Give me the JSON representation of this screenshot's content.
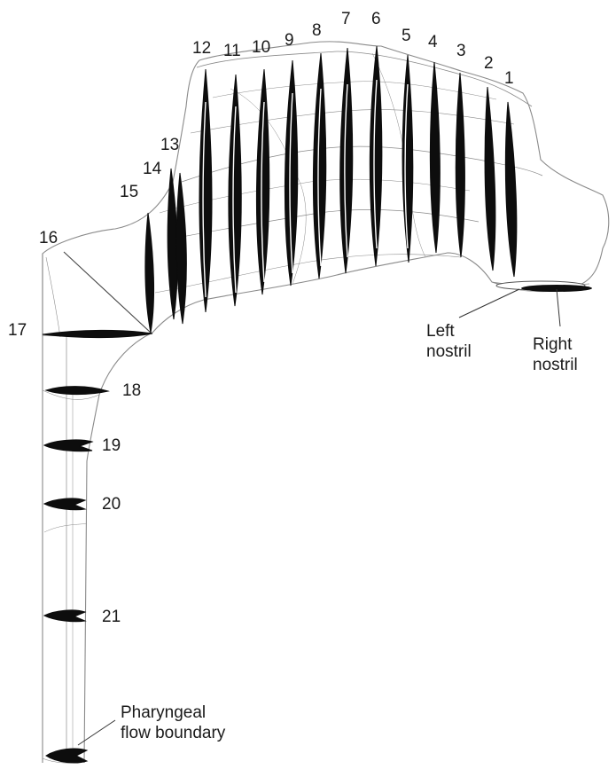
{
  "sections": {
    "s1": "1",
    "s2": "2",
    "s3": "3",
    "s4": "4",
    "s5": "5",
    "s6": "6",
    "s7": "7",
    "s8": "8",
    "s9": "9",
    "s10": "10",
    "s11": "11",
    "s12": "12",
    "s13": "13",
    "s14": "14",
    "s15": "15",
    "s16": "16",
    "s17": "17",
    "s18": "18",
    "s19": "19",
    "s20": "20",
    "s21": "21"
  },
  "labels": {
    "left_nostril_line1": "Left",
    "left_nostril_line2": "nostril",
    "right_nostril_line1": "Right",
    "right_nostril_line2": "nostril",
    "pharyngeal_line1": "Pharyngeal",
    "pharyngeal_line2": "flow boundary"
  },
  "colors": {
    "outline": "#8a8a8a",
    "section_fill": "#0d0d0d"
  }
}
